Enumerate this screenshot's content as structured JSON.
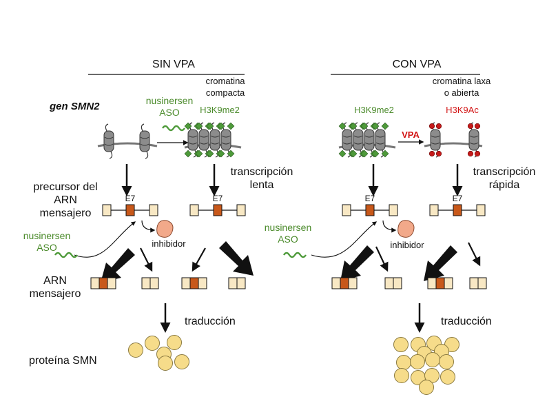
{
  "headers": {
    "left": "SIN VPA",
    "right": "CON VPA"
  },
  "left_labels": {
    "gene": "gen SMN2",
    "precursor": [
      "precursor del",
      "ARN",
      "mensajero"
    ],
    "mrna": [
      "ARN",
      "mensajero"
    ],
    "protein": "proteína SMN"
  },
  "chromatin": {
    "compact": [
      "cromatina",
      "compacta"
    ],
    "open": [
      "cromatina laxa",
      "o abierta"
    ],
    "mark_methyl": "H3K9me2",
    "mark_acetyl": "H3K9Ac"
  },
  "drug": {
    "aso": [
      "nusinersen",
      "ASO"
    ],
    "vpa": "VPA"
  },
  "process": {
    "slow_transcription": [
      "transcripción",
      "lenta"
    ],
    "fast_transcription": [
      "transcripción",
      "rápida"
    ],
    "translation": "traducción",
    "inhibitor": "inhibidor",
    "exon": "E7"
  },
  "colors": {
    "exon_orange": "#c8581a",
    "exon_light": "#f8e8c4",
    "protein_fill": "#f6dc8a",
    "inhibitor_fill": "#f2a98a",
    "histone_gray": "#8c8c8c",
    "methyl_green": "#4e9a3a",
    "acetyl_red": "#c41a1a",
    "text_green": "#4a8a2a",
    "text_red": "#d21414"
  }
}
